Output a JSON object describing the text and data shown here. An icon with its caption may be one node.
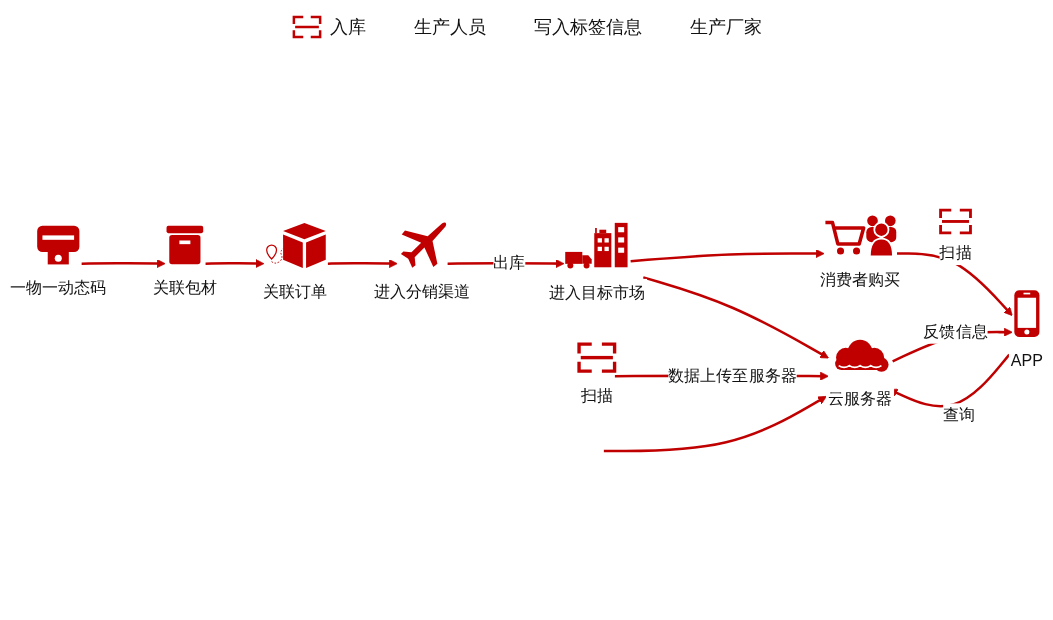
{
  "diagram": {
    "nodes": [
      {
        "text": [
          "云服务器"
        ]
      },
      {
        "text": [
          "APP"
        ]
      },
      {
        "text": [
          "消费者购买"
        ]
      },
      {
        "text": [
          "一物一动态码"
        ]
      },
      {
        "text": [
          "关联包材"
        ]
      },
      {
        "text": [
          "关联订单"
        ]
      },
      {
        "text": [
          "进入分销渠道"
        ]
      },
      {
        "text": [
          "进入目标市场"
        ]
      },
      {
        "text": [
          "扫描"
        ]
      }
    ],
    "edges": [
      {
        "from": 3,
        "to": 4,
        "arrow": "to"
      },
      {
        "from": 4,
        "to": 5,
        "arrow": "to"
      },
      {
        "from": 5,
        "to": 6,
        "arrow": "to"
      },
      {
        "from": 6,
        "to": 7,
        "arrow": "to",
        "label": "出库"
      },
      {
        "from": 7,
        "to": 2,
        "arrow": "to"
      },
      {
        "from": 2,
        "to": 1,
        "arrow": "to",
        "label": "扫描"
      },
      {
        "from": 1,
        "to": 0,
        "arrow": "to",
        "label": "查询"
      },
      {
        "from": 0,
        "to": 1,
        "arrow": "to",
        "label": "反馈信息"
      },
      {
        "from": null,
        "to": 0,
        "arrow": "to"
      },
      {
        "from": 8,
        "to": 0,
        "arrow": "to",
        "label": "数据上传至服务器"
      },
      {
        "from": 7,
        "to": 0,
        "arrow": "to"
      }
    ],
    "labels": [
      "入库",
      "生产人员",
      "写入标签信息",
      "生产厂家"
    ]
  }
}
